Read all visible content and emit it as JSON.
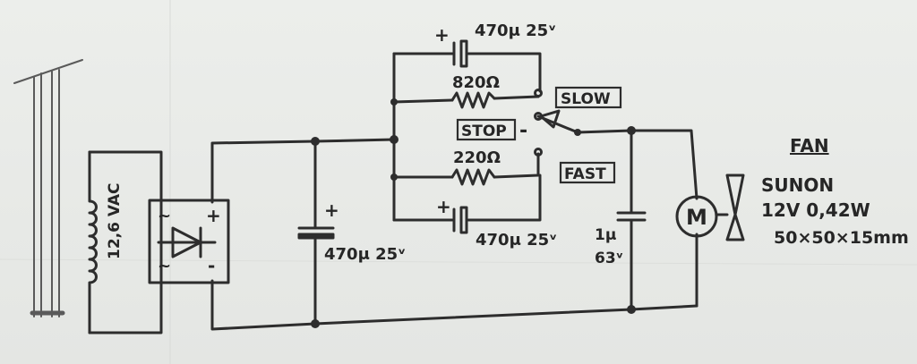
{
  "transformer": {
    "voltage_label": "12,6 VAC"
  },
  "bridge": {
    "ac_top": "~",
    "ac_bottom": "~",
    "plus": "+",
    "minus": "-"
  },
  "main_cap": {
    "plus": "+",
    "label": "470μ 25ᵛ"
  },
  "top_cap": {
    "plus": "+",
    "label": "470μ 25ᵛ"
  },
  "bottom_cap": {
    "plus": "+",
    "label": "470μ 25ᵛ"
  },
  "resistors": {
    "upper": "820Ω",
    "lower": "220Ω"
  },
  "switch": {
    "slow": "SLOW",
    "stop": "STOP",
    "stop_mark": "-",
    "fast": "FAST"
  },
  "small_cap": {
    "value": "1μ",
    "voltage": "63ᵛ"
  },
  "motor": {
    "symbol": "M"
  },
  "fan_spec": {
    "title": "FAN",
    "brand": "SUNON",
    "rating": "12V 0,42W",
    "size": "50×50×15mm"
  }
}
